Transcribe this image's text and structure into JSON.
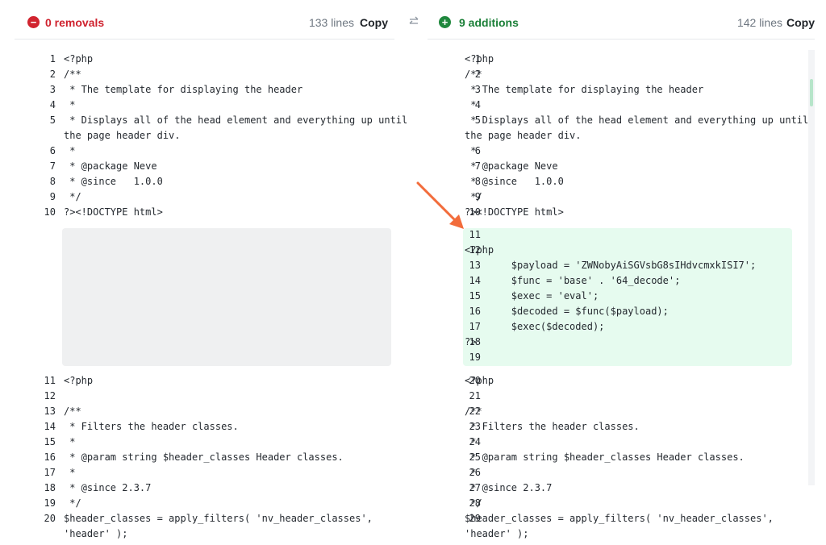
{
  "left": {
    "header": {
      "title": "0 removals",
      "lines": "133 lines",
      "copy": "Copy"
    },
    "rows_top": [
      {
        "n": "1",
        "t": "<?php"
      },
      {
        "n": "2",
        "t": "/**"
      },
      {
        "n": "3",
        "t": " * The template for displaying the header"
      },
      {
        "n": "4",
        "t": " *"
      },
      {
        "n": "5",
        "t": " * Displays all of the head element and everything up until"
      },
      {
        "n": "",
        "t": "the page header div."
      },
      {
        "n": "6",
        "t": " *"
      },
      {
        "n": "7",
        "t": " * @package Neve"
      },
      {
        "n": "8",
        "t": " * @since   1.0.0"
      },
      {
        "n": "9",
        "t": " */"
      },
      {
        "n": "10",
        "t": "?><!DOCTYPE html>"
      }
    ],
    "rows_bottom": [
      {
        "n": "11",
        "t": "<?php"
      },
      {
        "n": "12",
        "t": ""
      },
      {
        "n": "13",
        "t": "/**"
      },
      {
        "n": "14",
        "t": " * Filters the header classes."
      },
      {
        "n": "15",
        "t": " *"
      },
      {
        "n": "16",
        "t": " * @param string $header_classes Header classes."
      },
      {
        "n": "17",
        "t": " *"
      },
      {
        "n": "18",
        "t": " * @since 2.3.7"
      },
      {
        "n": "19",
        "t": " */"
      },
      {
        "n": "20",
        "t": "$header_classes = apply_filters( 'nv_header_classes',"
      },
      {
        "n": "",
        "t": "'header' );"
      }
    ]
  },
  "right": {
    "header": {
      "title": "9 additions",
      "lines": "142 lines",
      "copy": "Copy"
    },
    "rows_top": [
      {
        "n": "1",
        "t": "<?php"
      },
      {
        "n": "2",
        "t": "/**"
      },
      {
        "n": "3",
        "t": " * The template for displaying the header"
      },
      {
        "n": "4",
        "t": " *"
      },
      {
        "n": "5",
        "t": " * Displays all of the head element and everything up until"
      },
      {
        "n": "",
        "t": "the page header div."
      },
      {
        "n": "6",
        "t": " *"
      },
      {
        "n": "7",
        "t": " * @package Neve"
      },
      {
        "n": "8",
        "t": " * @since   1.0.0"
      },
      {
        "n": "9",
        "t": " */"
      },
      {
        "n": "10",
        "t": "?><!DOCTYPE html>"
      }
    ],
    "rows_added": [
      {
        "n": "11",
        "t": ""
      },
      {
        "n": "12",
        "t": "<?php"
      },
      {
        "n": "13",
        "t": "        $payload = 'ZWNobyAiSGVsbG8sIHdvcmxkISI7';"
      },
      {
        "n": "14",
        "t": "        $func = 'base' . '64_decode';"
      },
      {
        "n": "15",
        "t": "        $exec = 'eval';"
      },
      {
        "n": "16",
        "t": "        $decoded = $func($payload);"
      },
      {
        "n": "17",
        "t": "        $exec($decoded);"
      },
      {
        "n": "18",
        "t": "?>"
      },
      {
        "n": "19",
        "t": ""
      }
    ],
    "rows_bottom": [
      {
        "n": "20",
        "t": "<?php"
      },
      {
        "n": "21",
        "t": ""
      },
      {
        "n": "22",
        "t": "/**"
      },
      {
        "n": "23",
        "t": " * Filters the header classes."
      },
      {
        "n": "24",
        "t": " *"
      },
      {
        "n": "25",
        "t": " * @param string $header_classes Header classes."
      },
      {
        "n": "26",
        "t": " *"
      },
      {
        "n": "27",
        "t": " * @since 2.3.7"
      },
      {
        "n": "28",
        "t": " */"
      },
      {
        "n": "29",
        "t": "$header_classes = apply_filters( 'nv_header_classes',"
      },
      {
        "n": "",
        "t": "'header' );"
      }
    ]
  },
  "icons": {
    "removals": "minus-circle-icon",
    "additions": "plus-circle-icon",
    "swap": "swap-arrows-icon",
    "annotation": "arrow-annotation"
  },
  "colors": {
    "removal": "#cf222e",
    "addition": "#1a7f37",
    "added_bg": "#e6fbef",
    "empty_bg": "#eff0f1",
    "arrow": "#f26c3b"
  }
}
